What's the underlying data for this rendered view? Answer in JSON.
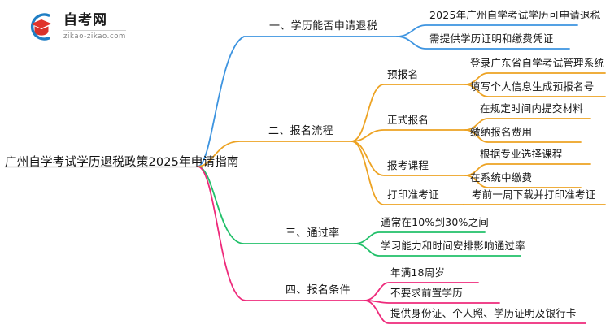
{
  "logo": {
    "name": "自考网",
    "url": "zikao-zikao.com",
    "mark_icon": "graduation-cap-icon",
    "arc_color": "#1f7ec4",
    "cap_color": "#e0342a"
  },
  "mindmap": {
    "root": {
      "label": "广州自学考试学历退税政策2025年申请指南"
    },
    "branches": [
      {
        "label": "一、学历能否申请退税",
        "color": "#3d94e0",
        "children": [
          {
            "label": "2025年广州自学考试学历可申请退税"
          },
          {
            "label": "需提供学历证明和缴费凭证"
          }
        ]
      },
      {
        "label": "二、报名流程",
        "color": "#eaa game",
        "children": []
      },
      {
        "label": "三、通过率",
        "color": "#22c06a",
        "children": [
          {
            "label": "通常在10%到30%之间"
          },
          {
            "label": "学习能力和时间安排影响通过率"
          }
        ]
      },
      {
        "label": "四、报名条件",
        "color": "#ee2a7b",
        "children": [
          {
            "label": "年满18周岁"
          },
          {
            "label": "不要求前置学历"
          },
          {
            "label": "提供身份证、个人照、学历证明及银行卡"
          }
        ]
      }
    ],
    "branch2": {
      "label": "二、报名流程",
      "color": "#eda323",
      "groups": [
        {
          "label": "预报名",
          "children": [
            {
              "label": "登录广东省自学考试管理系统"
            },
            {
              "label": "填写个人信息生成预报名号"
            }
          ]
        },
        {
          "label": "正式报名",
          "children": [
            {
              "label": "在规定时间内提交材料"
            },
            {
              "label": "缴纳报名费用"
            }
          ]
        },
        {
          "label": "报考课程",
          "children": [
            {
              "label": "根据专业选择课程"
            },
            {
              "label": "在系统中缴费"
            }
          ]
        },
        {
          "label": "打印准考证",
          "children": [
            {
              "label": "考前一周下载并打印准考证"
            }
          ]
        }
      ]
    }
  },
  "colors": {
    "blue": "#3d94e0",
    "orange": "#eda323",
    "green": "#22c06a",
    "pink": "#ee2a7b"
  }
}
